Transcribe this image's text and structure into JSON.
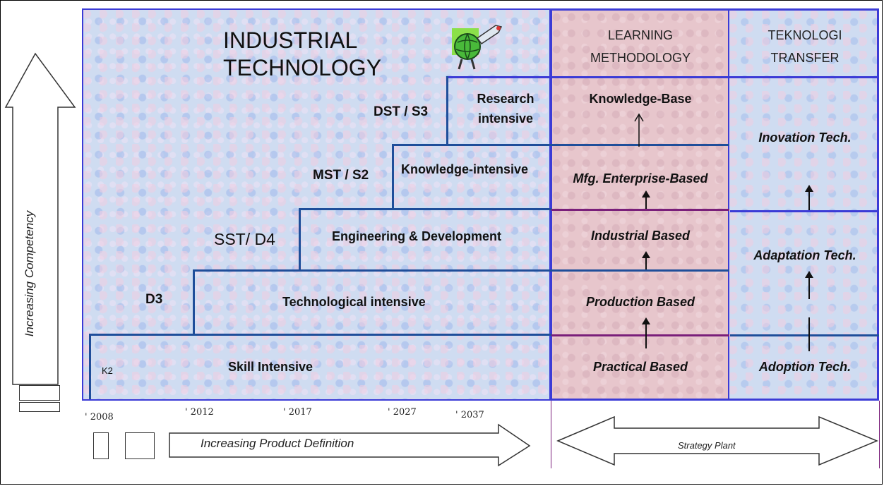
{
  "header": {
    "title_line1": "INDUSTRIAL",
    "title_line2": "TECHNOLOGY",
    "learning_line1": "LEARNING",
    "learning_line2": "METHODOLOGY",
    "transfer_line1": "TEKNOLOGI",
    "transfer_line2": "TRANSFER"
  },
  "levels": {
    "dst": "DST / S3",
    "mst": "MST / S2",
    "sst": "SST/ D4",
    "d3": "D3",
    "k2": "K2"
  },
  "steps": {
    "research_line1": "Research",
    "research_line2": "intensive",
    "knowledge": "Knowledge-intensive",
    "engineering": "Engineering & Development",
    "technological": "Technological  intensive",
    "skill": "Skill Intensive"
  },
  "methodology": {
    "knowledge_base": "Knowledge-Base",
    "mfg": "Mfg. Enterprise-Based",
    "industrial": "Industrial Based",
    "production": "Production Based",
    "practical": "Practical Based"
  },
  "transfer": {
    "inovation": "Inovation Tech.",
    "adaptation": "Adaptation Tech.",
    "adoption": "Adoption Tech."
  },
  "years": {
    "y2008": "2008",
    "y2012": "2012",
    "y2017": "2017",
    "y2027": "2027",
    "y2037": "2037"
  },
  "axes": {
    "vertical": "Increasing Competency",
    "horizontal": "Increasing Product Definition",
    "strategy": "Strategy Plant"
  },
  "colors": {
    "step_line": "#1f4e9a",
    "border": "#3b3bd6",
    "purple_line": "#7a1f7a"
  },
  "icons": {
    "mascot": "globe-mascot-icon"
  }
}
